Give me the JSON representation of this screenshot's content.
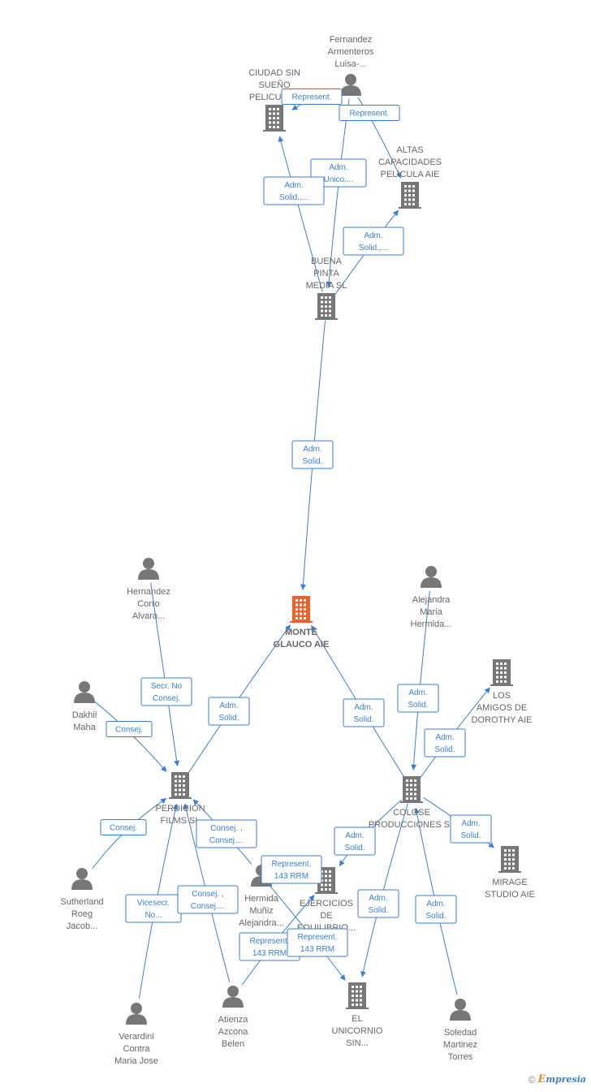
{
  "colors": {
    "edge": "#3a7fd5",
    "company": "#777777",
    "main_company": "#f0602a",
    "person": "#777777"
  },
  "nodes": [
    {
      "id": "monte",
      "type": "main",
      "icon": "building-icon",
      "label": [
        "MONTE",
        "GLAUCO AIE"
      ]
    },
    {
      "id": "fernandez",
      "type": "person",
      "icon": "person-icon",
      "label": [
        "Fernandez",
        "Armenteros",
        "Luisa-..."
      ]
    },
    {
      "id": "ciudad",
      "type": "company",
      "icon": "building-icon",
      "label": [
        "CIUDAD SIN",
        "SUEÑO",
        "PELICULA..."
      ]
    },
    {
      "id": "altas",
      "type": "company",
      "icon": "building-icon",
      "label": [
        "ALTAS",
        "CAPACIDADES",
        "PELICULA AIE"
      ]
    },
    {
      "id": "buena",
      "type": "company",
      "icon": "building-icon",
      "label": [
        "BUENA",
        "PINTA",
        "MEDIA SL"
      ]
    },
    {
      "id": "hernandez",
      "type": "person",
      "icon": "person-icon",
      "label": [
        "Hernandez",
        "Corro",
        "Alvaro..."
      ]
    },
    {
      "id": "alejandra",
      "type": "person",
      "icon": "person-icon",
      "label": [
        "Alejandra",
        "Maria",
        "Hermida..."
      ]
    },
    {
      "id": "losamigos",
      "type": "company",
      "icon": "building-icon",
      "label": [
        "LOS",
        "AMIGOS DE",
        "DOROTHY AIE"
      ]
    },
    {
      "id": "dakhil",
      "type": "person",
      "icon": "person-icon",
      "label": [
        "Dakhil",
        "Maha"
      ]
    },
    {
      "id": "perdicion",
      "type": "company",
      "icon": "building-icon",
      "label": [
        "PERDICION",
        "FILMS SL"
      ]
    },
    {
      "id": "colose",
      "type": "company",
      "icon": "building-icon",
      "label": [
        "COLOSE",
        "PRODUCCIONES SL"
      ]
    },
    {
      "id": "mirage",
      "type": "company",
      "icon": "building-icon",
      "label": [
        "MIRAGE",
        "STUDIO AIE"
      ]
    },
    {
      "id": "ejercicios",
      "type": "company",
      "icon": "building-icon",
      "label": [
        "EJERCICIOS",
        "DE",
        "EQUILIBRIO..."
      ]
    },
    {
      "id": "hermidamuniz",
      "type": "person",
      "icon": "person-icon",
      "label": [
        "Hermida",
        "Muñiz",
        "Alejandra..."
      ]
    },
    {
      "id": "sutherland",
      "type": "person",
      "icon": "person-icon",
      "label": [
        "Sutherland",
        "Roeg",
        "Jacob..."
      ]
    },
    {
      "id": "verardini",
      "type": "person",
      "icon": "person-icon",
      "label": [
        "Verardini",
        "Contra",
        "Maria Jose"
      ]
    },
    {
      "id": "atienza",
      "type": "person",
      "icon": "person-icon",
      "label": [
        "Atienza",
        "Azcona",
        "Belen"
      ]
    },
    {
      "id": "unicornio",
      "type": "company",
      "icon": "building-icon",
      "label": [
        "EL",
        "UNICORNIO",
        "SIN..."
      ]
    },
    {
      "id": "soledad",
      "type": "person",
      "icon": "person-icon",
      "label": [
        "Soledad",
        "Martinez",
        "Torres"
      ]
    }
  ],
  "relations": [
    {
      "from": "fernandez",
      "to": "ciudad",
      "label": [
        "Represent."
      ]
    },
    {
      "from": "fernandez",
      "to": "altas",
      "label": [
        "Represent."
      ]
    },
    {
      "from": "fernandez",
      "to": "buena",
      "label": [
        "Adm.",
        "Unico,..."
      ]
    },
    {
      "from": "buena",
      "to": "ciudad",
      "label": [
        "Adm.",
        "Solid.,..."
      ]
    },
    {
      "from": "buena",
      "to": "altas",
      "label": [
        "Adm.",
        "Solid.,..."
      ]
    },
    {
      "from": "buena",
      "to": "monte",
      "label": [
        "Adm.",
        "Solid."
      ]
    },
    {
      "from": "hernandez",
      "to": "perdicion",
      "label": [
        "Secr. No",
        "Consej."
      ]
    },
    {
      "from": "dakhil",
      "to": "perdicion",
      "label": [
        "Consej."
      ]
    },
    {
      "from": "perdicion",
      "to": "monte",
      "label": [
        "Adm.",
        "Solid."
      ]
    },
    {
      "from": "colose",
      "to": "monte",
      "label": [
        "Adm.",
        "Solid."
      ]
    },
    {
      "from": "alejandra",
      "to": "colose",
      "label": [
        "Adm.",
        "Solid."
      ]
    },
    {
      "from": "colose",
      "to": "losamigos",
      "label": [
        "Adm.",
        "Solid."
      ]
    },
    {
      "from": "sutherland",
      "to": "perdicion",
      "label": [
        "Consej."
      ]
    },
    {
      "from": "hermidamuniz",
      "to": "perdicion",
      "label": [
        "Consej. ,",
        "Consej...."
      ]
    },
    {
      "from": "verardini",
      "to": "perdicion",
      "label": [
        "Vicesecr.",
        "No..."
      ]
    },
    {
      "from": "atienza",
      "to": "perdicion",
      "label": [
        "Consej. ,",
        "Consej...."
      ]
    },
    {
      "from": "colose",
      "to": "ejercicios",
      "label": [
        "Adm.",
        "Solid."
      ]
    },
    {
      "from": "colose",
      "to": "mirage",
      "label": [
        "Adm.",
        "Solid."
      ]
    },
    {
      "from": "hermidamuniz",
      "to": "ejercicios",
      "label": [
        "Represent.",
        "143 RRM"
      ]
    },
    {
      "from": "atienza",
      "to": "ejercicios",
      "label": [
        "Represent.",
        "143 RRM"
      ]
    },
    {
      "from": "hermidamuniz",
      "to": "unicornio",
      "label": [
        "Represent.",
        "143 RRM"
      ]
    },
    {
      "from": "colose",
      "to": "unicornio",
      "label": [
        "Adm.",
        "Solid."
      ]
    },
    {
      "from": "soledad",
      "to": "colose",
      "label": [
        "Adm.",
        "Solid."
      ]
    }
  ],
  "footer": {
    "copyright": "©",
    "brand_initial": "E",
    "brand_rest": "mpresia"
  }
}
